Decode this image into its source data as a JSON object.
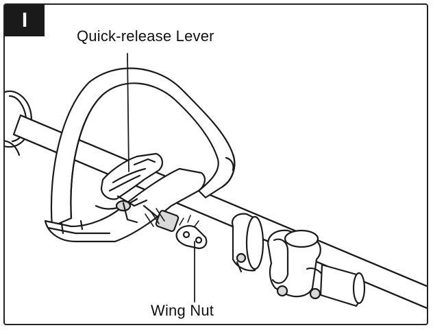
{
  "step": {
    "label": "I"
  },
  "callouts": {
    "quick_release_lever": "Quick-release Lever",
    "wing_nut": "Wing Nut"
  },
  "colors": {
    "ink": "#1a1a1a",
    "fill_light": "#ffffff",
    "fill_shade": "#d9d9d9"
  }
}
